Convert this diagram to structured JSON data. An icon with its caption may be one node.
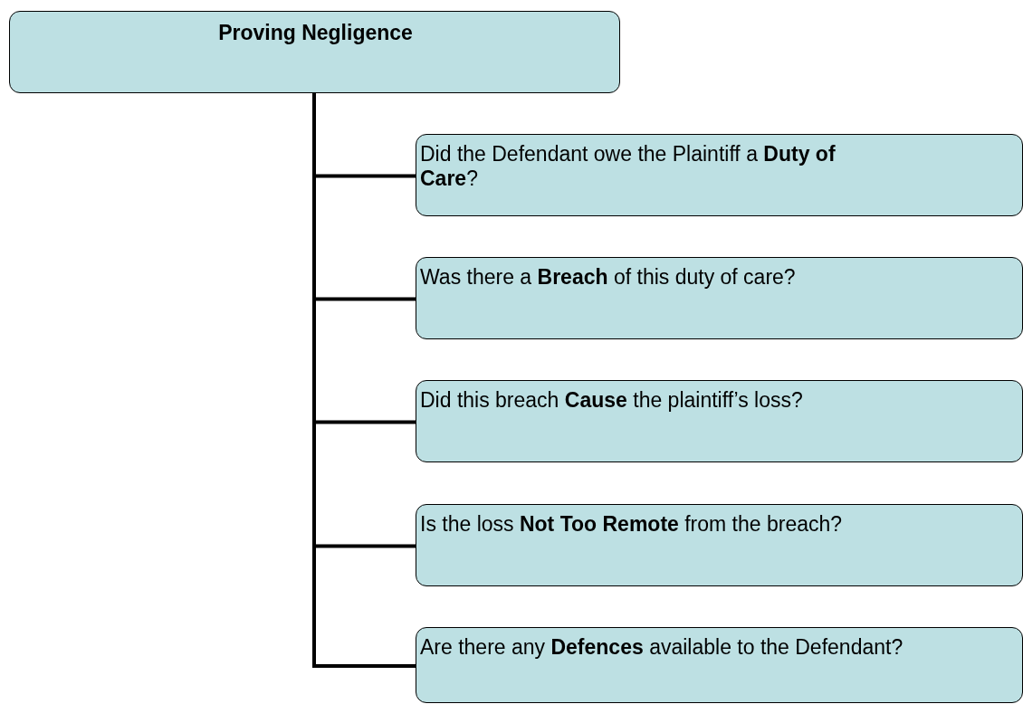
{
  "diagram": {
    "nodes": [
      {
        "text": [
          "Proving Negligence"
        ]
      },
      {
        "text": [
          "Did the Defendant owe the Plaintiff a **Duty of Care**?"
        ]
      },
      {
        "text": [
          "Was there a **Breach** of this duty of care?"
        ]
      },
      {
        "text": [
          "Did this breach **Cause** the plaintiff’s loss?"
        ]
      },
      {
        "text": [
          "Is the loss **Not Too Remote** from the breach?"
        ]
      },
      {
        "text": [
          "Are there any **Defences** available to the Defendant?"
        ]
      }
    ],
    "edges": [
      {
        "from": 0,
        "to": 1,
        "arrow": "none"
      },
      {
        "from": 0,
        "to": 2,
        "arrow": "none"
      },
      {
        "from": 0,
        "to": 3,
        "arrow": "none"
      },
      {
        "from": 0,
        "to": 4,
        "arrow": "none"
      },
      {
        "from": 0,
        "to": 5,
        "arrow": "none"
      }
    ]
  }
}
